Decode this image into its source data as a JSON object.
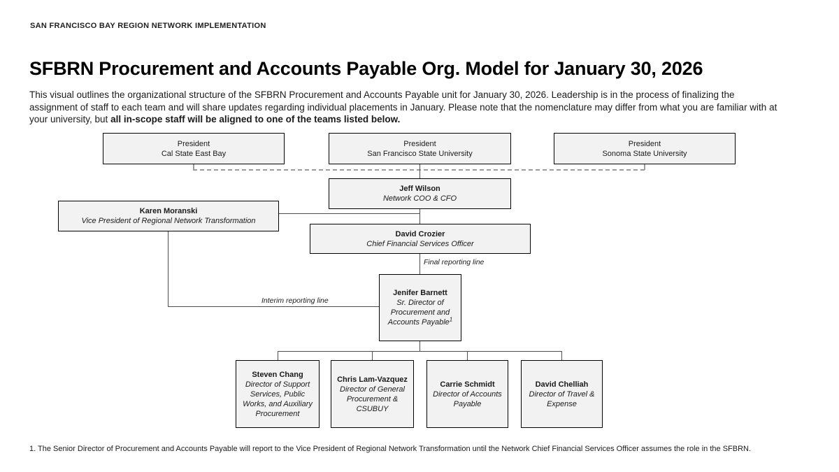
{
  "header": {
    "eyebrow": "SAN FRANCISCO BAY REGION NETWORK IMPLEMENTATION",
    "title": "SFBRN Procurement and Accounts Payable Org. Model for January 30, 2026",
    "intro_regular": "This visual outlines the organizational structure of the SFBRN Procurement and Accounts Payable unit for January 30, 2026. Leadership is in the process of finalizing the assignment of staff to each team and will share updates regarding individual placements in January. Please note that the nomenclature may differ from what you are familiar with at your university, but ",
    "intro_bold": "all in-scope staff will be aligned to one of the teams listed below."
  },
  "org": {
    "presidents": [
      {
        "line1": "President",
        "line2": "Cal State East Bay"
      },
      {
        "line1": "President",
        "line2": "San Francisco State University"
      },
      {
        "line1": "President",
        "line2": "Sonoma State University"
      }
    ],
    "coo": {
      "name": "Jeff Wilson",
      "title": "Network COO & CFO"
    },
    "vp": {
      "name": "Karen Moranski",
      "title": "Vice President of Regional Network Transformation"
    },
    "cfso": {
      "name": "David Crozier",
      "title": "Chief Financial Services Officer"
    },
    "sr_director": {
      "name": "Jenifer Barnett",
      "title": "Sr. Director of Procurement and Accounts Payable",
      "footnote_marker": "1"
    },
    "directors": [
      {
        "name": "Steven Chang",
        "title": "Director of Support Services, Public Works, and Auxiliary Procurement"
      },
      {
        "name": "Chris Lam-Vazquez",
        "title": "Director of General Procurement & CSUBUY"
      },
      {
        "name": "Carrie Schmidt",
        "title": "Director of Accounts Payable"
      },
      {
        "name": "David Chelliah",
        "title": "Director of Travel & Expense"
      }
    ],
    "labels": {
      "final": "Final reporting line",
      "interim": "Interim reporting line"
    }
  },
  "footnote": "1. The Senior Director of Procurement and Accounts Payable will report to the Vice President of Regional Network Transformation until the Network Chief Financial Services Officer assumes the role in the SFBRN.",
  "colors": {
    "box_fill": "#f2f2f2",
    "box_border": "#000000",
    "connector": "#4d4d4d",
    "dashed_connector": "#9c9c9c",
    "text": "#1a1a1a"
  }
}
